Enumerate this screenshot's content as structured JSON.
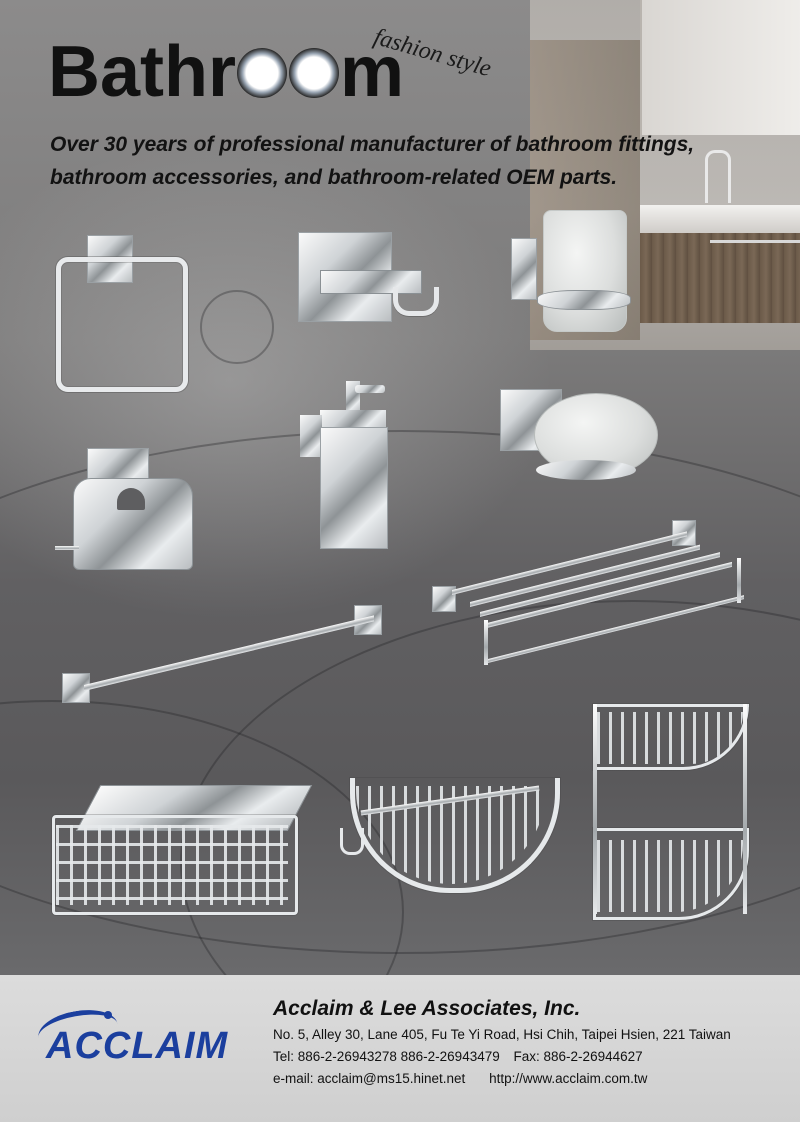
{
  "header": {
    "title_prefix": "Bathr",
    "title_suffix": "m",
    "tagline": "fashion style",
    "subtitle_line1": "Over 30 years of professional manufacturer of bathroom fittings,",
    "subtitle_line2": "bathroom accessories, and bathroom-related OEM parts."
  },
  "products": [
    "towel-ring",
    "robe-hook",
    "tumbler-holder",
    "soap-dispenser",
    "soap-dish",
    "toilet-paper-holder",
    "towel-rack-shelf",
    "towel-bar",
    "rectangular-wire-basket",
    "corner-wire-basket",
    "two-tier-corner-basket"
  ],
  "footer": {
    "logo_text": "ACCLAIM",
    "company_name": "Acclaim & Lee Associates, Inc.",
    "address": "No. 5, Alley 30, Lane 405, Fu Te Yi Road, Hsi Chih, Taipei Hsien, 221 Taiwan",
    "tel_label": "Tel:",
    "tel_1": "886-2-26943278",
    "tel_2": "886-2-26943479",
    "fax_label": "Fax:",
    "fax": "886-2-26944627",
    "email_label": "e-mail:",
    "email": "acclaim@ms15.hinet.net",
    "website": "http://www.acclaim.com.tw"
  },
  "colors": {
    "brand_blue": "#1b3f9e",
    "text_dark": "#111111",
    "footer_bg": "#d6d6d6"
  }
}
